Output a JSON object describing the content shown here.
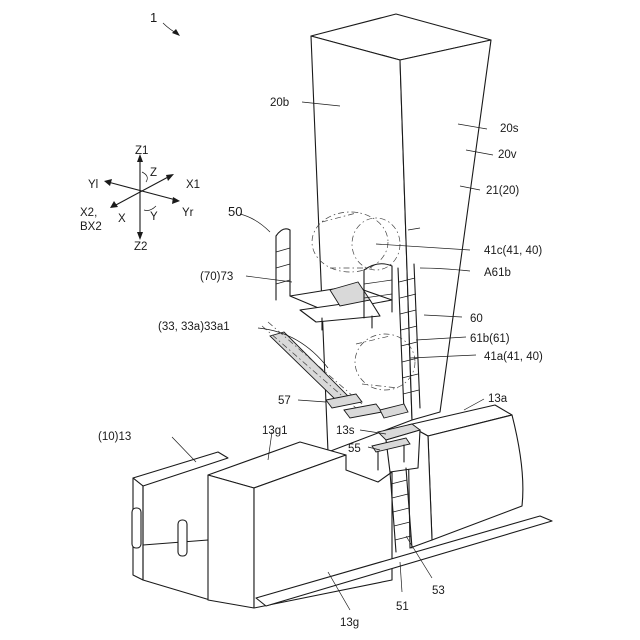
{
  "figure": {
    "ref_main": "1",
    "axes": {
      "z1": "Z1",
      "z": "Z",
      "yl": "Yl",
      "x1": "X1",
      "x2_bx2": [
        "X2,",
        "BX2"
      ],
      "x": "X",
      "y": "Y",
      "yr": "Yr",
      "z2": "Z2"
    },
    "labels": {
      "tower_face": "20b",
      "surface_20s": "20s",
      "v_20v": "20v",
      "tower_21": "21(20)",
      "unit_50": "50",
      "lift_73": "(70)73",
      "roller_41c": "41c(41, 40)",
      "a61b": "A61b",
      "ladder_60": "60",
      "ladder_61b": "61b(61)",
      "roller_41a": "41a(41, 40)",
      "rail_33": "(33, 33a)33a1",
      "platform_57": "57",
      "nacelle_13a": "13a",
      "gear_13g1": "13g1",
      "nacelle_13": "(10)13",
      "step_13s": "13s",
      "step_55": "55",
      "ladder_53": "53",
      "base_51": "51",
      "gear_13g": "13g"
    }
  }
}
